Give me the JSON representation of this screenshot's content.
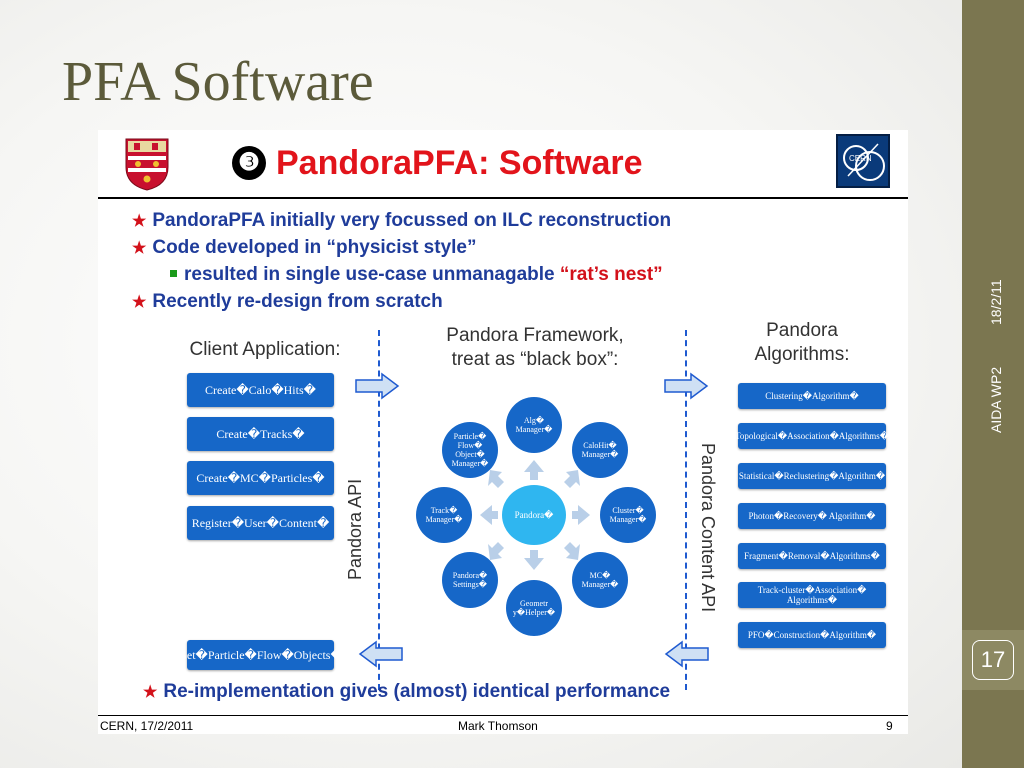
{
  "slide": {
    "title": "PFA Software",
    "heading_number": "❸",
    "heading": "PandoraPFA: Software",
    "bullets": [
      "PandoraPFA initially very focussed on ILC reconstruction",
      "Code developed in “physicist style”"
    ],
    "sub_bullet_prefix": "resulted in single use-case unmanagable ",
    "sub_bullet_red": "“rat’s nest”",
    "bullet3": "Recently re-design from scratch",
    "bottom_bullet": "Re-implementation gives (almost) identical performance",
    "client_label": "Client Application:",
    "framework_label_1": "Pandora  Framework,",
    "framework_label_2": "treat as “black box”:",
    "algorithms_label_1": "Pandora",
    "algorithms_label_2": "Algorithms:",
    "api_left": "Pandora API",
    "api_right": "Pandora Content API",
    "client_buttons": [
      "Create�Calo�Hits�",
      "Create�Tracks�",
      "Create�MC�Particles�",
      "Register�User�Content�"
    ],
    "get_button": "Get�Particle�Flow�Objects�",
    "center_node": "Pandora�",
    "nodes": {
      "alg": "Alg� Manager�",
      "calohit": "CaloHit� Manager�",
      "cluster": "Cluster� Manager�",
      "mc": "MC� Manager�",
      "geometry": "Geometr y�Helper�",
      "settings": "Pandora� Settings�",
      "track": "Track� Manager�",
      "pfo": "Particle� Flow� Object� Manager�"
    },
    "algorithms": [
      "Clustering�Algorithm�",
      "Topological�Association�Algorithms�",
      "Statistical�Reclustering�Algorithm�",
      "Photon�Recovery� Algorithm�",
      "Fragment�Removal�Algorithms�",
      "Track-cluster�Association� Algorithms�",
      "PFO�Construction�Algorithm�"
    ],
    "footer_left": "CERN, 17/2/2011",
    "footer_center": "Mark Thomson",
    "footer_right": "9"
  },
  "sidebar": {
    "date": "18/2/11",
    "project": "AIDA WP2",
    "page_number": "17"
  },
  "colors": {
    "sidebar": "#7b7650",
    "title": "#5b5a3a",
    "heading": "#e2141b",
    "bullet_text": "#1f3c9a",
    "box_blue": "#1667c8",
    "center_node": "#2fb6f0"
  },
  "icons": [
    "cambridge-crest-icon",
    "cern-logo-icon",
    "star-bullet-icon",
    "arrow-right-icon",
    "arrow-left-icon"
  ]
}
